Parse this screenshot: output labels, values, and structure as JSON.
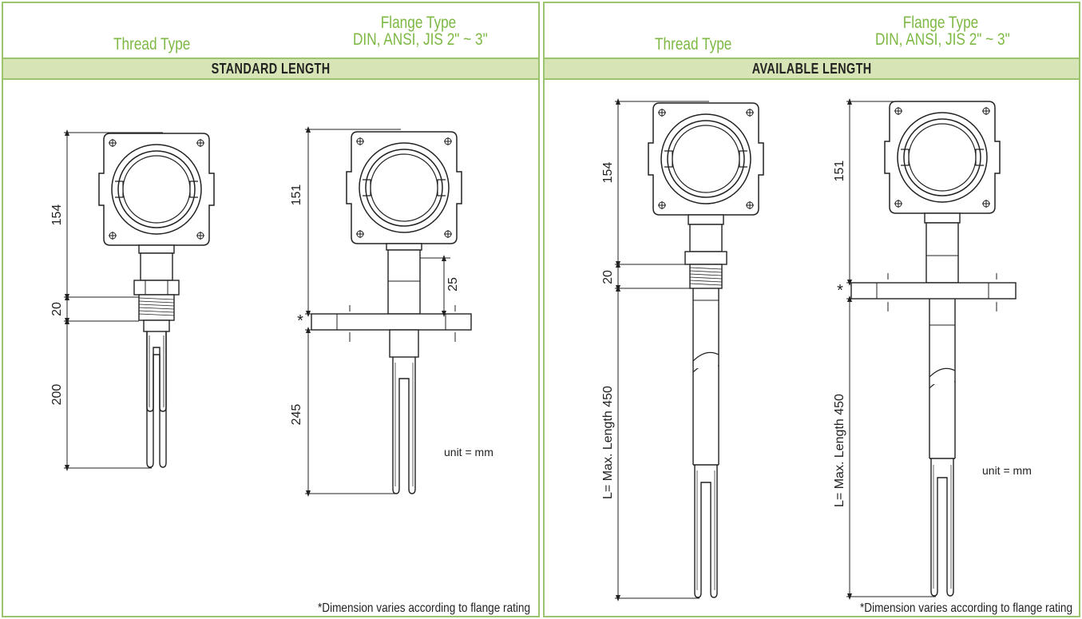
{
  "panels": [
    {
      "thread_label": "Thread Type",
      "flange_label_line1": "Flange Type",
      "flange_label_line2": "DIN, ANSI, JIS  2\" ~ 3\"",
      "band_title": "STANDARD LENGTH",
      "thread_dims": [
        "154",
        "20",
        "200"
      ],
      "flange_dims": [
        "151",
        "25",
        "245"
      ],
      "flange_marker": "*",
      "unit": "unit = mm",
      "note": "*Dimension varies according to flange rating"
    },
    {
      "thread_label": "Thread Type",
      "flange_label_line1": "Flange Type",
      "flange_label_line2": "DIN, ANSI, JIS  2\" ~ 3\"",
      "band_title": "AVAILABLE LENGTH",
      "thread_dims": [
        "154",
        "20",
        "L= Max. Length  450"
      ],
      "flange_dims": [
        "151",
        "L= Max. Length  450"
      ],
      "flange_marker": "*",
      "unit": "unit = mm",
      "note": "*Dimension varies according to flange rating"
    }
  ],
  "colors": {
    "border": "#9cc46e",
    "band": "#d7e5b6",
    "accent_text": "#7db843",
    "line": "#222222"
  }
}
